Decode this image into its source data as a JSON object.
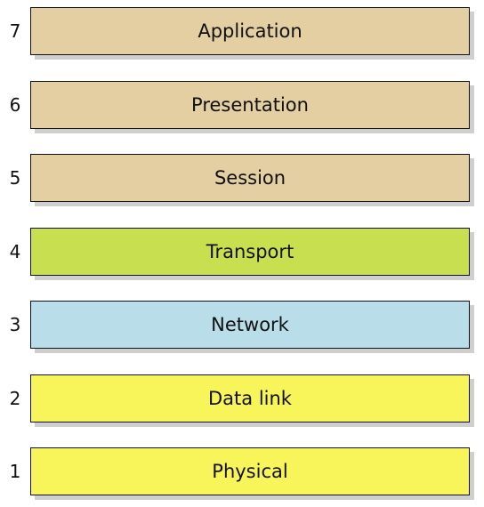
{
  "layers": [
    {
      "number": "7",
      "label": "Application",
      "color": "#e3cfa1"
    },
    {
      "number": "6",
      "label": "Presentation",
      "color": "#e3cfa1"
    },
    {
      "number": "5",
      "label": "Session",
      "color": "#e3cfa1"
    },
    {
      "number": "4",
      "label": "Transport",
      "color": "#c8e04f"
    },
    {
      "number": "3",
      "label": "Network",
      "color": "#b9dde9"
    },
    {
      "number": "2",
      "label": "Data link",
      "color": "#f7f55a"
    },
    {
      "number": "1",
      "label": "Physical",
      "color": "#f7f55a"
    }
  ]
}
